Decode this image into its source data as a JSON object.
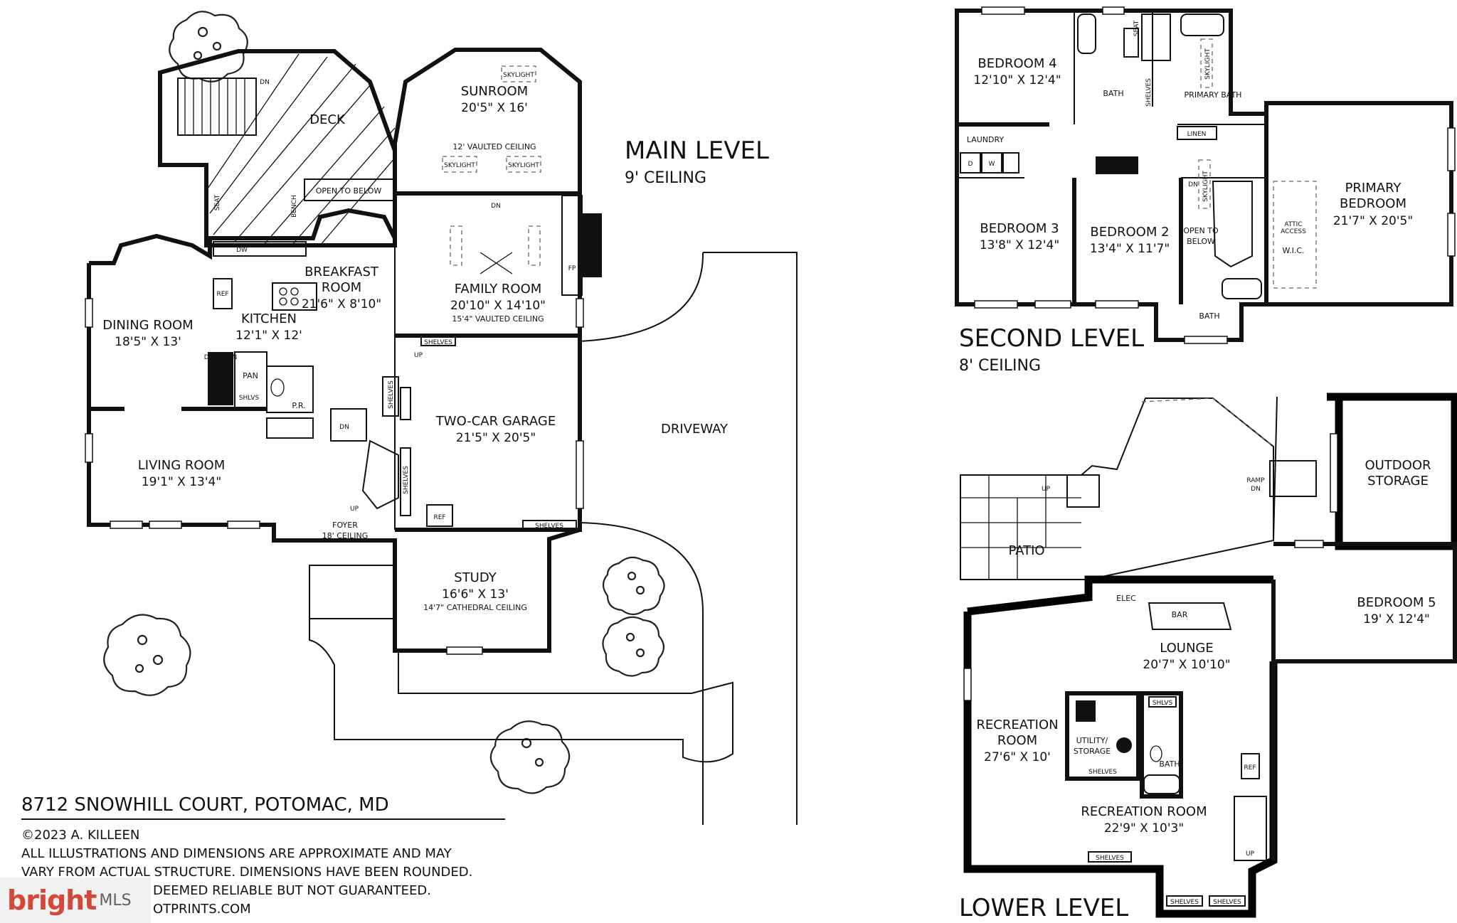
{
  "levels": {
    "main": {
      "title": "MAIN LEVEL",
      "ceiling": "9' CEILING"
    },
    "second": {
      "title": "SECOND LEVEL",
      "ceiling": "8' CEILING"
    },
    "lower": {
      "title": "LOWER LEVEL"
    }
  },
  "main_rooms": {
    "deck": "DECK",
    "sunroom": {
      "name": "SUNROOM",
      "dim": "20'5\" X 16'",
      "note": "12' VAULTED CEILING"
    },
    "skylight": "SKYLIGHT",
    "open_to_below": "OPEN TO BELOW",
    "breakfast": {
      "name1": "BREAKFAST",
      "name2": "ROOM",
      "dim": "21'6\" X 8'10\""
    },
    "family": {
      "name": "FAMILY ROOM",
      "dim": "20'10\" X 14'10\"",
      "note": "15'4\" VAULTED CEILING"
    },
    "kitchen": {
      "name": "KITCHEN",
      "dim": "12'1\" X 12'"
    },
    "dining": {
      "name": "DINING ROOM",
      "dim": "18'5\" X 13'"
    },
    "living": {
      "name": "LIVING ROOM",
      "dim": "19'1\" X 13'4\""
    },
    "garage": {
      "name": "TWO-CAR GARAGE",
      "dim": "21'5\" X 20'5\""
    },
    "foyer": {
      "name": "FOYER",
      "note": "18' CEILING"
    },
    "study": {
      "name": "STUDY",
      "dim": "16'6\" X 13'",
      "note": "14'7\" CATHEDRAL CEILING"
    },
    "driveway": "DRIVEWAY",
    "labels": {
      "dn": "DN",
      "up": "UP",
      "seat": "SEAT",
      "bench": "BENCH",
      "dw": "DW",
      "ref": "REF",
      "dbl_oven": "DBL OVEN",
      "pan": "PAN",
      "shlvs": "SHLVS",
      "pr": "P.R.",
      "shelves": "SHELVES",
      "fp": "FP"
    }
  },
  "second_rooms": {
    "bedroom4": {
      "name": "BEDROOM 4",
      "dim": "12'10\" X 12'4\""
    },
    "bath": "BATH",
    "primary_bath": "PRIMARY BATH",
    "laundry": "LAUNDRY",
    "linen": "LINEN",
    "primary_bedroom": {
      "name1": "PRIMARY",
      "name2": "BEDROOM",
      "dim": "21'7\" X 20'5\""
    },
    "bedroom3": {
      "name": "BEDROOM 3",
      "dim": "13'8\" X 12'4\""
    },
    "bedroom2": {
      "name": "BEDROOM 2",
      "dim": "13'4\" X 11'7\""
    },
    "open_to_below": {
      "l1": "OPEN TO",
      "l2": "BELOW"
    },
    "attic": {
      "l1": "ATTIC",
      "l2": "ACCESS"
    },
    "wic": "W.I.C.",
    "labels": {
      "seat": "SEAT",
      "shelves": "SHELVES",
      "skylight": "SKYLIGHT",
      "dn": "DN",
      "d": "D",
      "w": "W"
    }
  },
  "lower_rooms": {
    "patio": "PATIO",
    "ramp": {
      "l1": "RAMP",
      "l2": "DN"
    },
    "outdoor_storage": {
      "l1": "OUTDOOR",
      "l2": "STORAGE"
    },
    "elec": "ELEC",
    "bar": "BAR",
    "lounge": {
      "name": "LOUNGE",
      "dim": "20'7\" X 10'10\""
    },
    "bedroom5": {
      "name": "BEDROOM 5",
      "dim": "19' X 12'4\""
    },
    "recreation1": {
      "name1": "RECREATION",
      "name2": "ROOM",
      "dim": "27'6\" X 10'"
    },
    "utility": {
      "l1": "UTILITY/",
      "l2": "STORAGE"
    },
    "shlvs": "SHLVS",
    "bath": "BATH",
    "shelves": "SHELVES",
    "ref": "REF",
    "recreation2": {
      "name": "RECREATION ROOM",
      "dim": "22'9\" X 10'3\""
    },
    "up": "UP"
  },
  "footer": {
    "address": "8712 SNOWHILL COURT, POTOMAC, MD",
    "copyright": "©2023 A. KILLEEN",
    "disclaimer1": "ALL ILLUSTRATIONS AND DIMENSIONS ARE APPROXIMATE AND MAY",
    "disclaimer2": "VARY FROM ACTUAL STRUCTURE. DIMENSIONS HAVE BEEN ROUNDED.",
    "disclaimer3": "DEEMED RELIABLE BUT NOT GUARANTEED.",
    "disclaimer4": "OTPRINTS.COM"
  },
  "badge": {
    "brand": "bright",
    "suffix": "MLS"
  }
}
